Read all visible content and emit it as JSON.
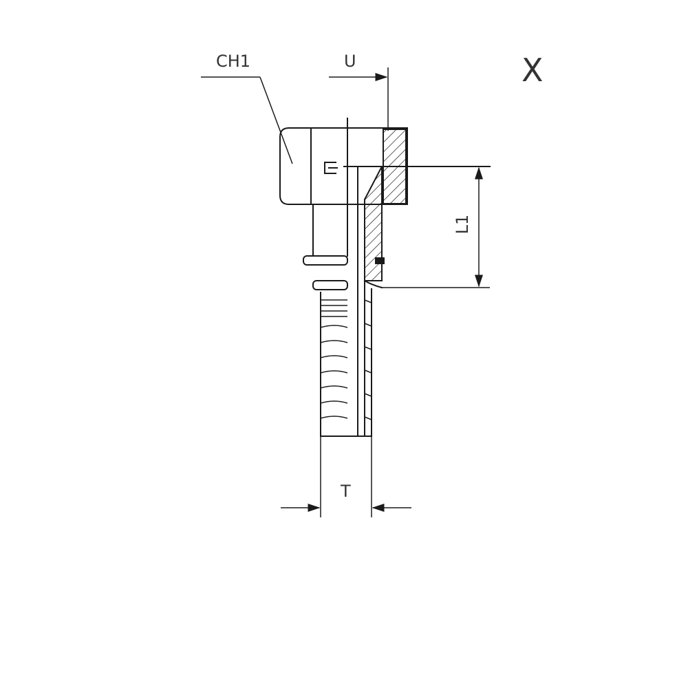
{
  "drawing": {
    "view_label": "X",
    "dimensions": {
      "hex": "CH1",
      "thread_offset": "U",
      "thread_length": "L1",
      "tail_diameter": "T"
    },
    "colors": {
      "line": "#1a1a1a",
      "text": "#333333",
      "background": "#ffffff"
    }
  }
}
